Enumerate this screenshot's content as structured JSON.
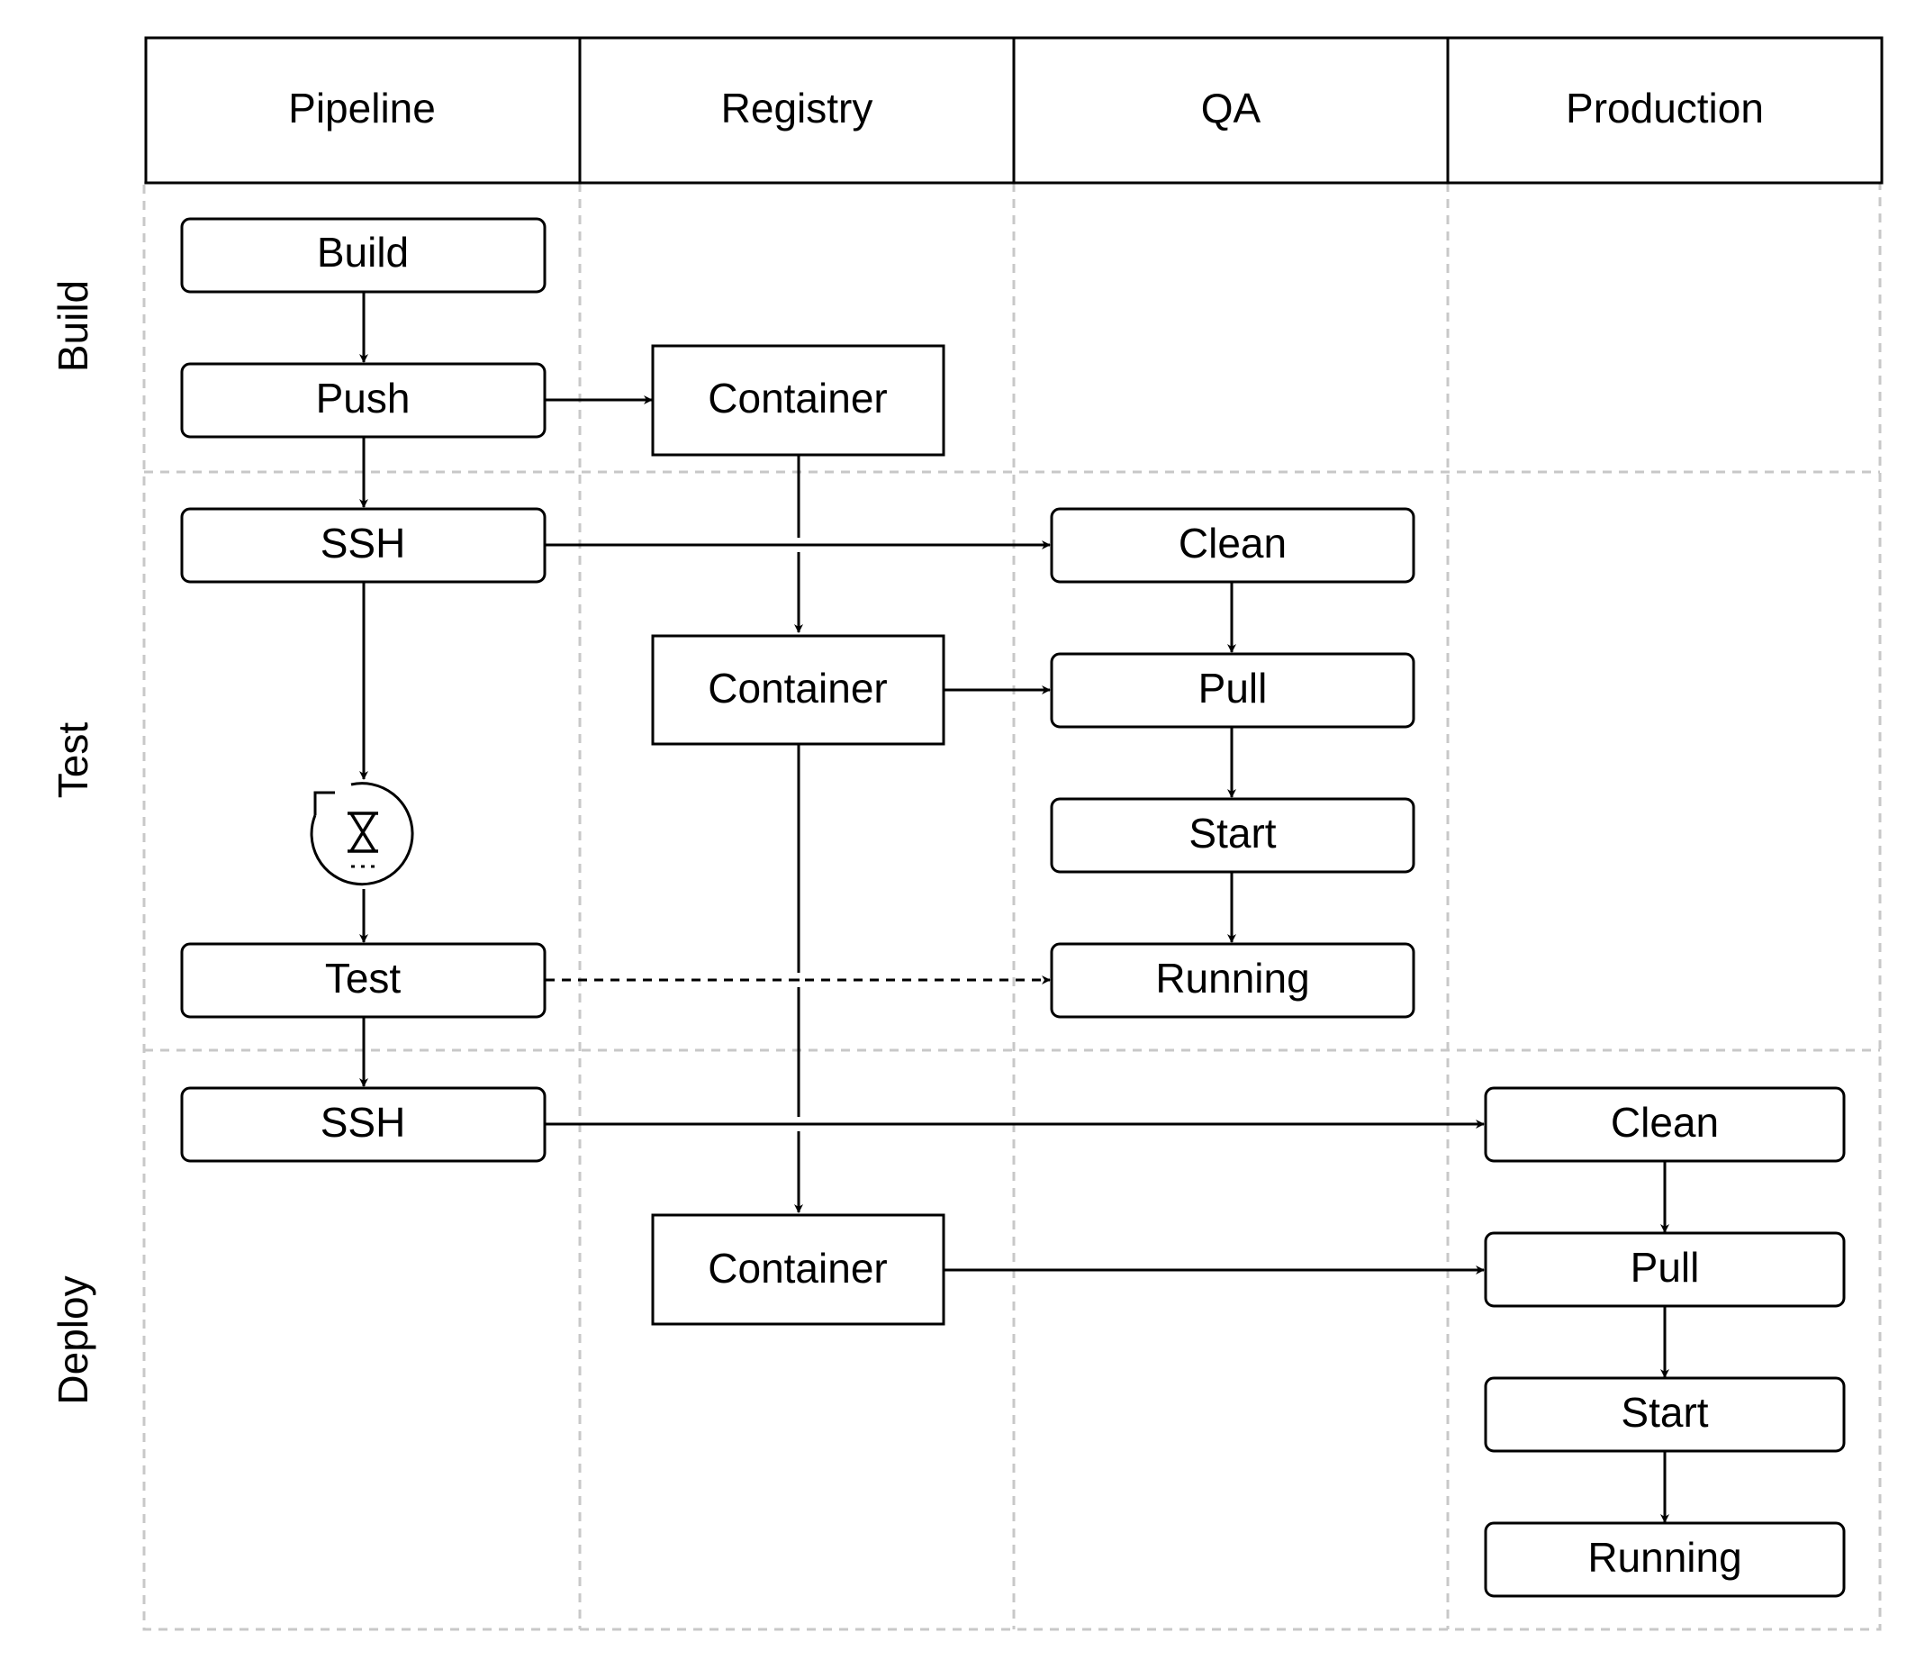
{
  "colors": {
    "stroke": "#000000",
    "grid": "#c8c8c8",
    "background": "#ffffff"
  },
  "columns": [
    "Pipeline",
    "Registry",
    "QA",
    "Production"
  ],
  "rows": [
    "Build",
    "Test",
    "Deploy"
  ],
  "nodes": {
    "build": "Build",
    "push": "Push",
    "ssh_test": "SSH",
    "test": "Test",
    "ssh_deploy": "SSH",
    "container_build": "Container",
    "container_test": "Container",
    "container_deploy": "Container",
    "qa_clean": "Clean",
    "qa_pull": "Pull",
    "qa_start": "Start",
    "qa_running": "Running",
    "prod_clean": "Clean",
    "prod_pull": "Pull",
    "prod_start": "Start",
    "prod_running": "Running"
  },
  "icons": {
    "wait": "hourglass-timer-icon"
  }
}
